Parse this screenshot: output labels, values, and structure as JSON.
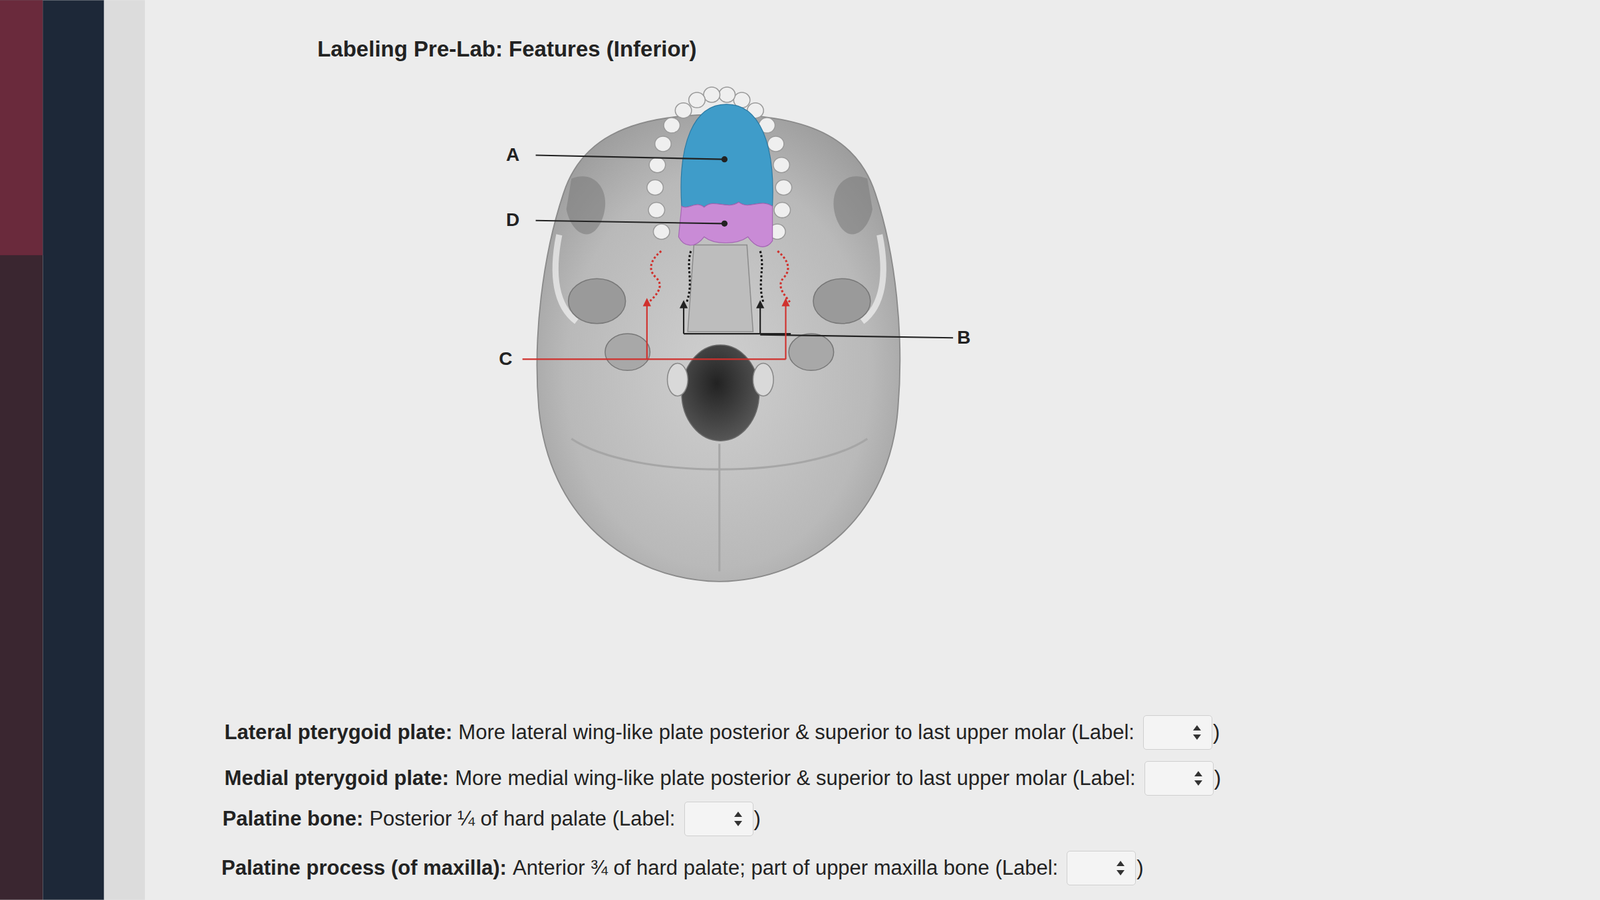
{
  "diagram": {
    "title": "Labeling Pre-Lab: Features (Inferior)",
    "labels": [
      "A",
      "D",
      "C",
      "B",
      "Lateral pterygoid plate:",
      "More lateral wing-like plate posterior & superior to last upper molar (Label:",
      ")",
      "Medial pterygoid plate:",
      "More medial wing-like plate posterior & superior to last upper molar (Label:",
      ")",
      "Palatine bone:",
      "Posterior ¼ of hard palate (Label:",
      ")",
      "Palatine process (of maxilla):",
      "Anterior ¾ of hard palate; part of upper maxilla bone (Label:",
      ")"
    ]
  }
}
